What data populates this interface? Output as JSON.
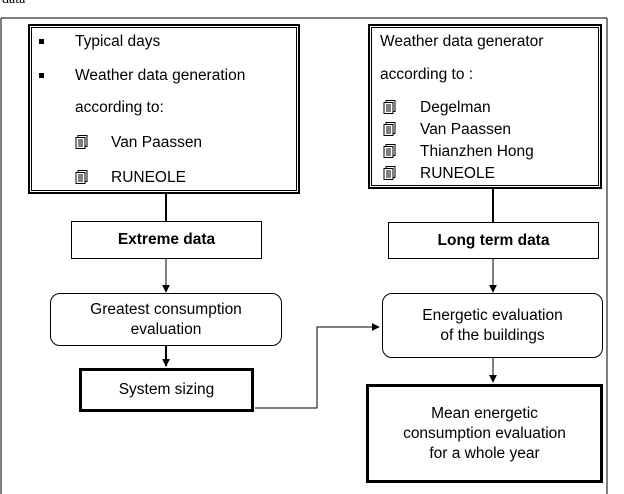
{
  "page": {
    "top_fragment": "data"
  },
  "left_source_box": {
    "bullets": [
      "Typical days",
      "Weather data generation",
      "according to:"
    ],
    "references": [
      "Van Paassen",
      "RUNEOLE"
    ],
    "icon": "document-icon"
  },
  "right_source_box": {
    "intro_lines": [
      "Weather data generator",
      "according to :"
    ],
    "references": [
      "Degelman",
      "Van Paassen",
      "Thianzhen Hong",
      "RUNEOLE"
    ],
    "icon": "document-icon"
  },
  "nodes": {
    "extreme_data": "Extreme data",
    "long_term_data": "Long term data",
    "greatest_consumption": [
      "Greatest consumption",
      "evaluation"
    ],
    "energetic_evaluation": [
      "Energetic evaluation",
      "of the buildings"
    ],
    "system_sizing": "System sizing",
    "mean_consumption": [
      "Mean energetic",
      "consumption evaluation",
      "for a whole year"
    ]
  },
  "colors": {
    "line": "#000000",
    "background": "#ffffff"
  }
}
